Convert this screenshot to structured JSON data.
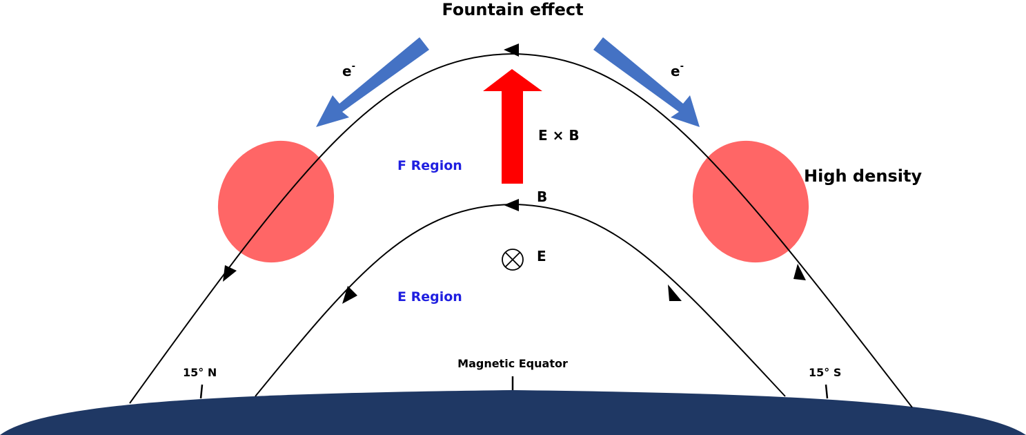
{
  "title": "Fountain effect",
  "labels": {
    "electron_left": "e",
    "electron_right": "e",
    "electron_sup": "-",
    "exb": "E × B",
    "b_field": "B",
    "e_field": "E",
    "f_region": "F Region",
    "e_region": "E Region",
    "high_density": "High density",
    "lat_north": "15° N",
    "lat_south": "15° S",
    "magnetic_equator": "Magnetic Equator"
  },
  "colors": {
    "region_label": "#1f1fe0",
    "earth": "#1f3864",
    "electron_arrow": "#4472c4",
    "exb_arrow": "#ff0000",
    "high_density_blob": "#ff6666",
    "field_line": "#000000"
  },
  "icons": {
    "e_field_symbol": "circled-times-icon"
  }
}
